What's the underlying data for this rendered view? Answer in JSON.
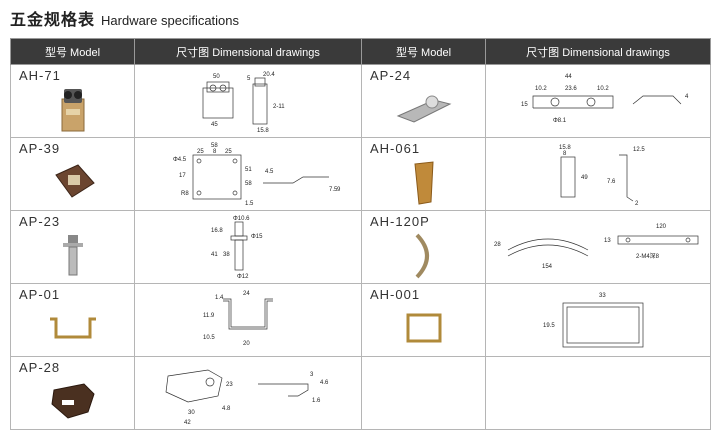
{
  "title": {
    "cn": "五金规格表",
    "en": "Hardware specifications"
  },
  "headers": {
    "model_cn": "型号",
    "model_en": "Model",
    "dims_cn": "尺寸图",
    "dims_en": "Dimensional drawings"
  },
  "rows": [
    {
      "left": {
        "model": "AH-71",
        "dims": [
          "50",
          "20.4",
          "45",
          "15.8",
          "2-11",
          "5"
        ]
      },
      "right": {
        "model": "AP-24",
        "dims": [
          "44",
          "10.2",
          "23.6",
          "10.2",
          "15",
          "Φ8.1",
          "4"
        ]
      }
    },
    {
      "left": {
        "model": "AP-39",
        "dims": [
          "58",
          "25",
          "8",
          "25",
          "Φ4.5",
          "17",
          "51",
          "58",
          "R8",
          "1.5",
          "4.5",
          "7.5",
          "9"
        ]
      },
      "right": {
        "model": "AH-061",
        "dims": [
          "15.8",
          "8",
          "12.5",
          "49",
          "7.6",
          "2"
        ]
      }
    },
    {
      "left": {
        "model": "AP-23",
        "dims": [
          "Φ10.6",
          "16.8",
          "Φ15",
          "41",
          "38",
          "Φ12"
        ]
      },
      "right": {
        "model": "AH-120P",
        "dims": [
          "120",
          "28",
          "13",
          "154",
          "2-M4深8"
        ]
      }
    },
    {
      "left": {
        "model": "AP-01",
        "dims": [
          "24",
          "1.4",
          "11.9",
          "10.5",
          "20"
        ]
      },
      "right": {
        "model": "AH-001",
        "dims": [
          "33",
          "19.5"
        ]
      }
    },
    {
      "left": {
        "model": "AP-28",
        "dims": [
          "23",
          "30",
          "42",
          "4.8",
          "3",
          "4.6",
          "1.6"
        ]
      },
      "right": {
        "model": "",
        "dims": []
      }
    }
  ],
  "colors": {
    "header_bg": "#3a3a3a",
    "gold": "#b08a3a",
    "brown": "#5a3b28",
    "silver": "#9a9a9a"
  }
}
